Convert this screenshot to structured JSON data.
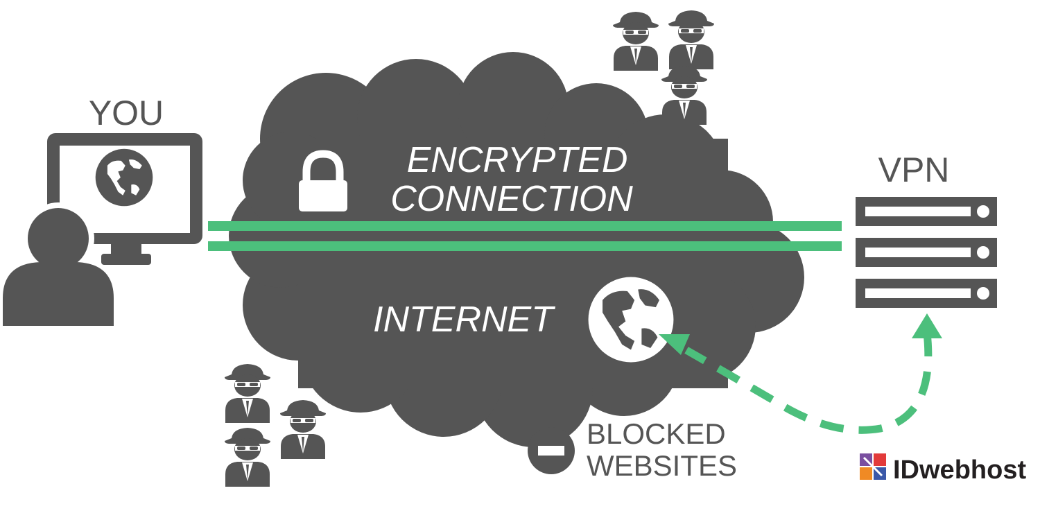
{
  "labels": {
    "you": "YOU",
    "vpn": "VPN",
    "encrypted_line1": "ENCRYPTED",
    "encrypted_line2": "CONNECTION",
    "internet": "INTERNET",
    "blocked_line1": "BLOCKED",
    "blocked_line2": "WEBSITES",
    "brand": "IDwebhost"
  },
  "colors": {
    "dark_gray": "#555555",
    "tunnel_green": "#4cbf7c",
    "white": "#ffffff",
    "brand_text": "#231f20"
  },
  "icons": {
    "user": "user-icon",
    "monitor": "monitor-icon",
    "globe": "globe-icon",
    "lock": "lock-icon",
    "server": "server-icon",
    "spy": "spy-icon",
    "blocked": "minus-circle-icon",
    "brand_logo": "idwebhost-logo-icon"
  }
}
